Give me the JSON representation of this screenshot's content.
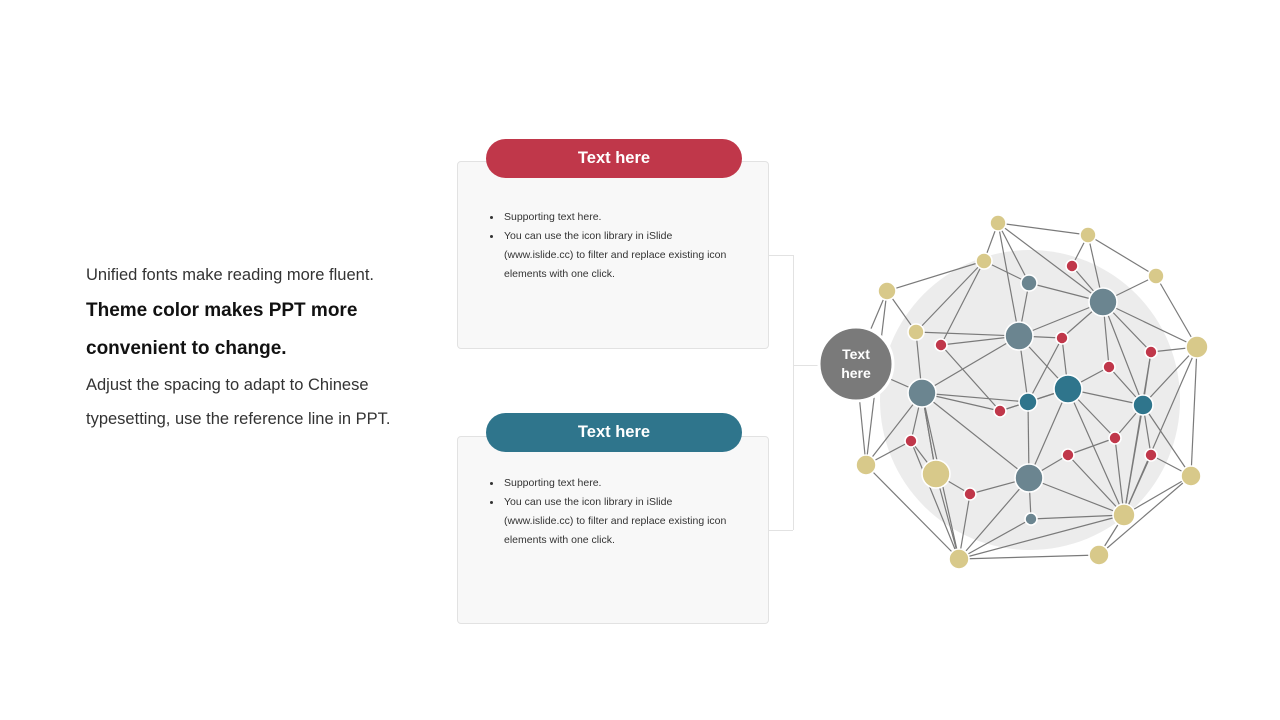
{
  "intro": {
    "line1": "Unified fonts make reading more fluent.",
    "line2": "Theme color makes PPT more",
    "line3": "convenient to change.",
    "line4": "Adjust the spacing to adapt to Chinese",
    "line5": "typesetting, use the reference line in PPT."
  },
  "cards": [
    {
      "title": "Text here",
      "bullet1": "Supporting text here.",
      "bullet2_l1": "You can use the icon library in iSlide",
      "bullet2_l2": "(www.islide.cc) to filter and replace existing icon",
      "bullet2_l3": "elements with one click."
    },
    {
      "title": "Text here",
      "bullet1": "Supporting text here.",
      "bullet2_l1": "You can use the icon library in iSlide",
      "bullet2_l2": "(www.islide.cc) to filter and replace existing icon",
      "bullet2_l3": "elements with one click."
    }
  ],
  "hub": {
    "line1": "Text",
    "line2": "here"
  },
  "colors": {
    "red": "#c0374a",
    "teal": "#2f758c",
    "slate": "#6b8590",
    "gold": "#d8c98a",
    "hub": "#7a7a7a",
    "edge": "#7a7a7a",
    "backdrop": "#ececec"
  }
}
